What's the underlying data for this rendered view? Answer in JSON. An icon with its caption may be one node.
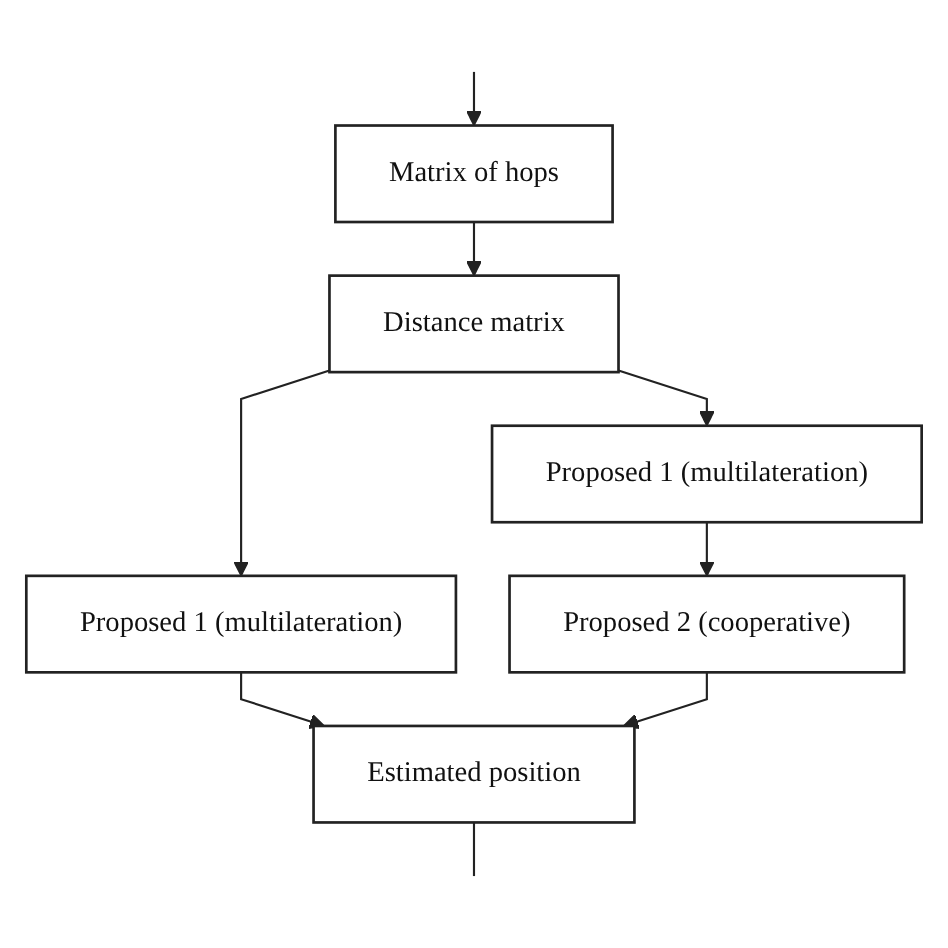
{
  "diagram": {
    "nodes": [
      {
        "text": [
          "Matrix of hops"
        ]
      },
      {
        "text": [
          "Distance matrix"
        ]
      },
      {
        "text": [
          "Proposed 1 (multilateration)"
        ]
      },
      {
        "text": [
          "Proposed 1 (multilateration)"
        ]
      },
      {
        "text": [
          "Proposed 2 (cooperative)"
        ]
      },
      {
        "text": [
          "Estimated position"
        ]
      }
    ],
    "edges": [
      {
        "from": null,
        "to": 0,
        "arrow": "to"
      },
      {
        "from": 0,
        "to": 1,
        "arrow": "to"
      },
      {
        "from": 1,
        "to": 2,
        "arrow": "to"
      },
      {
        "from": 1,
        "to": 3,
        "arrow": "to"
      },
      {
        "from": 3,
        "to": 4,
        "arrow": "to"
      },
      {
        "from": 2,
        "to": 5,
        "arrow": "to"
      },
      {
        "from": 4,
        "to": 5,
        "arrow": "to"
      },
      {
        "from": 5,
        "to": null,
        "arrow": "none"
      }
    ]
  }
}
